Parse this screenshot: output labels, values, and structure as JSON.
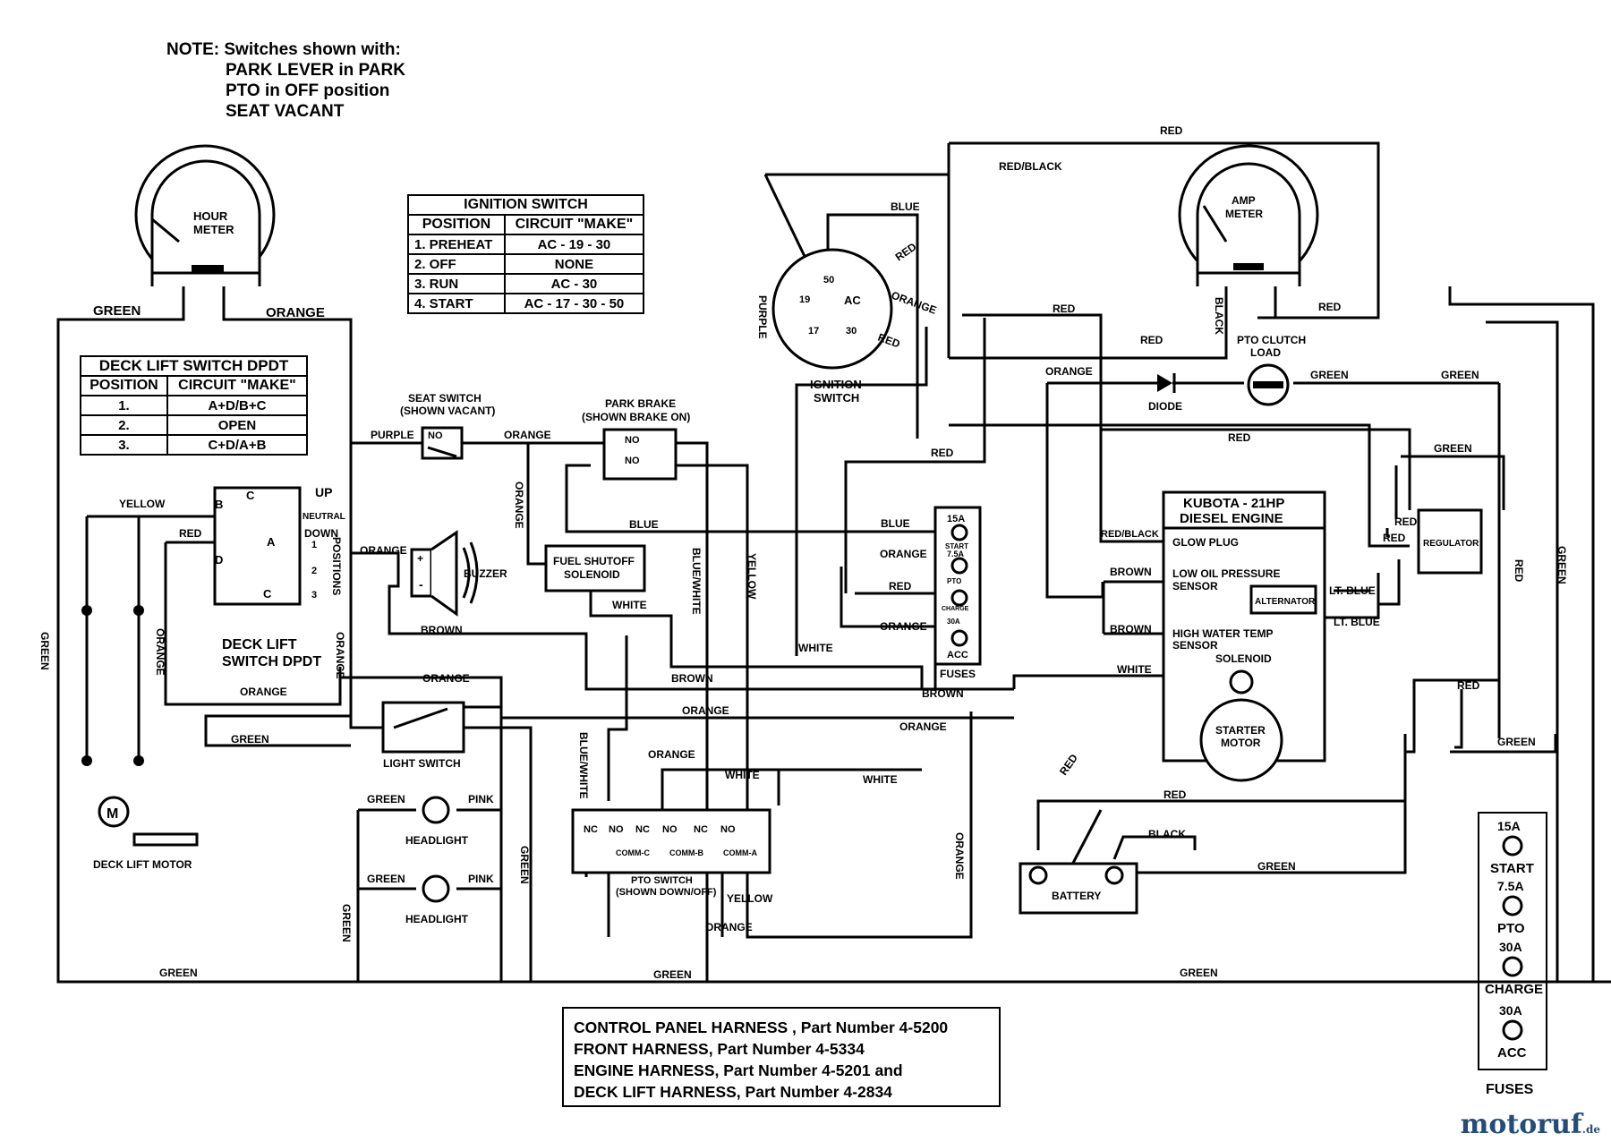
{
  "note": {
    "lines": [
      "NOTE: Switches shown with:",
      "PARK LEVER in PARK",
      "PTO in OFF position",
      "SEAT VACANT"
    ]
  },
  "ignition_table": {
    "title": "IGNITION SWITCH",
    "headers": [
      "POSITION",
      "CIRCUIT \"MAKE\""
    ],
    "rows": [
      [
        "1.  PREHEAT",
        "AC - 19 - 30"
      ],
      [
        "2.  OFF",
        "NONE"
      ],
      [
        "3.  RUN",
        "AC - 30"
      ],
      [
        "4.  START",
        "AC - 17 - 30 - 50"
      ]
    ]
  },
  "deck_table": {
    "title": "DECK LIFT SWITCH DPDT",
    "headers": [
      "POSITION",
      "CIRCUIT \"MAKE\""
    ],
    "rows": [
      [
        "1.",
        "A+D/B+C"
      ],
      [
        "2.",
        "OPEN"
      ],
      [
        "3.",
        "C+D/A+B"
      ]
    ]
  },
  "components": {
    "hour_meter": [
      "HOUR",
      "METER"
    ],
    "amp_meter": [
      "AMP",
      "METER"
    ],
    "seat_switch": [
      "SEAT SWITCH",
      "(SHOWN VACANT)"
    ],
    "park_brake": [
      "PARK BRAKE",
      "(SHOWN BRAKE ON)"
    ],
    "ignition_switch": [
      "IGNITION",
      "SWITCH"
    ],
    "pto_clutch": [
      "PTO CLUTCH",
      "LOAD"
    ],
    "diode": "DIODE",
    "buzzer": "BUZZER",
    "fuel_shutoff": [
      "FUEL SHUTOFF",
      "SOLENOID"
    ],
    "deck_lift_switch": [
      "DECK LIFT",
      "SWITCH DPDT"
    ],
    "deck_lift_motor": "DECK LIFT MOTOR",
    "light_switch": "LIGHT SWITCH",
    "headlight": "HEADLIGHT",
    "engine": [
      "KUBOTA - 21HP",
      "DIESEL ENGINE"
    ],
    "glow_plug": "GLOW PLUG",
    "low_oil": [
      "LOW OIL PRESSURE",
      "SENSOR"
    ],
    "high_water": [
      "HIGH WATER TEMP",
      "SENSOR"
    ],
    "alternator": "ALTERNATOR",
    "regulator": "REGULATOR",
    "solenoid": "SOLENOID",
    "starter_motor": [
      "STARTER",
      "MOTOR"
    ],
    "battery": "BATTERY",
    "pto_switch": [
      "PTO SWITCH",
      "(SHOWN DOWN/OFF)"
    ],
    "fuses_label": "FUSES",
    "positions": "POSITIONS"
  },
  "switch_terms": {
    "up": "UP",
    "neutral": "NEUTRAL",
    "down": "DOWN",
    "a": "A",
    "b": "B",
    "c": "C",
    "d": "D",
    "p1": "1",
    "p2": "2",
    "p3": "3",
    "no": "NO",
    "nc": "NC",
    "comm_c": "COMM-C",
    "comm_b": "COMM-B",
    "comm_a": "COMM-A",
    "t50": "50",
    "t19": "19",
    "t17": "17",
    "t30": "30",
    "tac": "AC",
    "plus": "+",
    "minus": "-",
    "motor": "M"
  },
  "fuses": [
    {
      "rating": "15A",
      "name": "START"
    },
    {
      "rating": "7.5A",
      "name": "PTO"
    },
    {
      "rating": "30A",
      "name": "CHARGE"
    },
    {
      "rating": "30A",
      "name": "ACC"
    }
  ],
  "wire_labels": {
    "green": "GREEN",
    "orange": "ORANGE",
    "red": "RED",
    "yellow": "YELLOW",
    "purple": "PURPLE",
    "blue": "BLUE",
    "brown": "BROWN",
    "white": "WHITE",
    "black": "BLACK",
    "pink": "PINK",
    "red_black": "RED/BLACK",
    "blue_white": "BLUE/WHITE",
    "lt_blue": "LT. BLUE"
  },
  "harness": {
    "lines": [
      "CONTROL PANEL HARNESS , Part Number 4-5200",
      "FRONT HARNESS, Part Number 4-5334",
      "ENGINE HARNESS, Part Number 4-5201 and",
      "DECK LIFT HARNESS, Part Number 4-2834"
    ]
  },
  "watermark": {
    "name": "motoruf",
    "tld": ".de",
    "color": "#244c7a"
  }
}
